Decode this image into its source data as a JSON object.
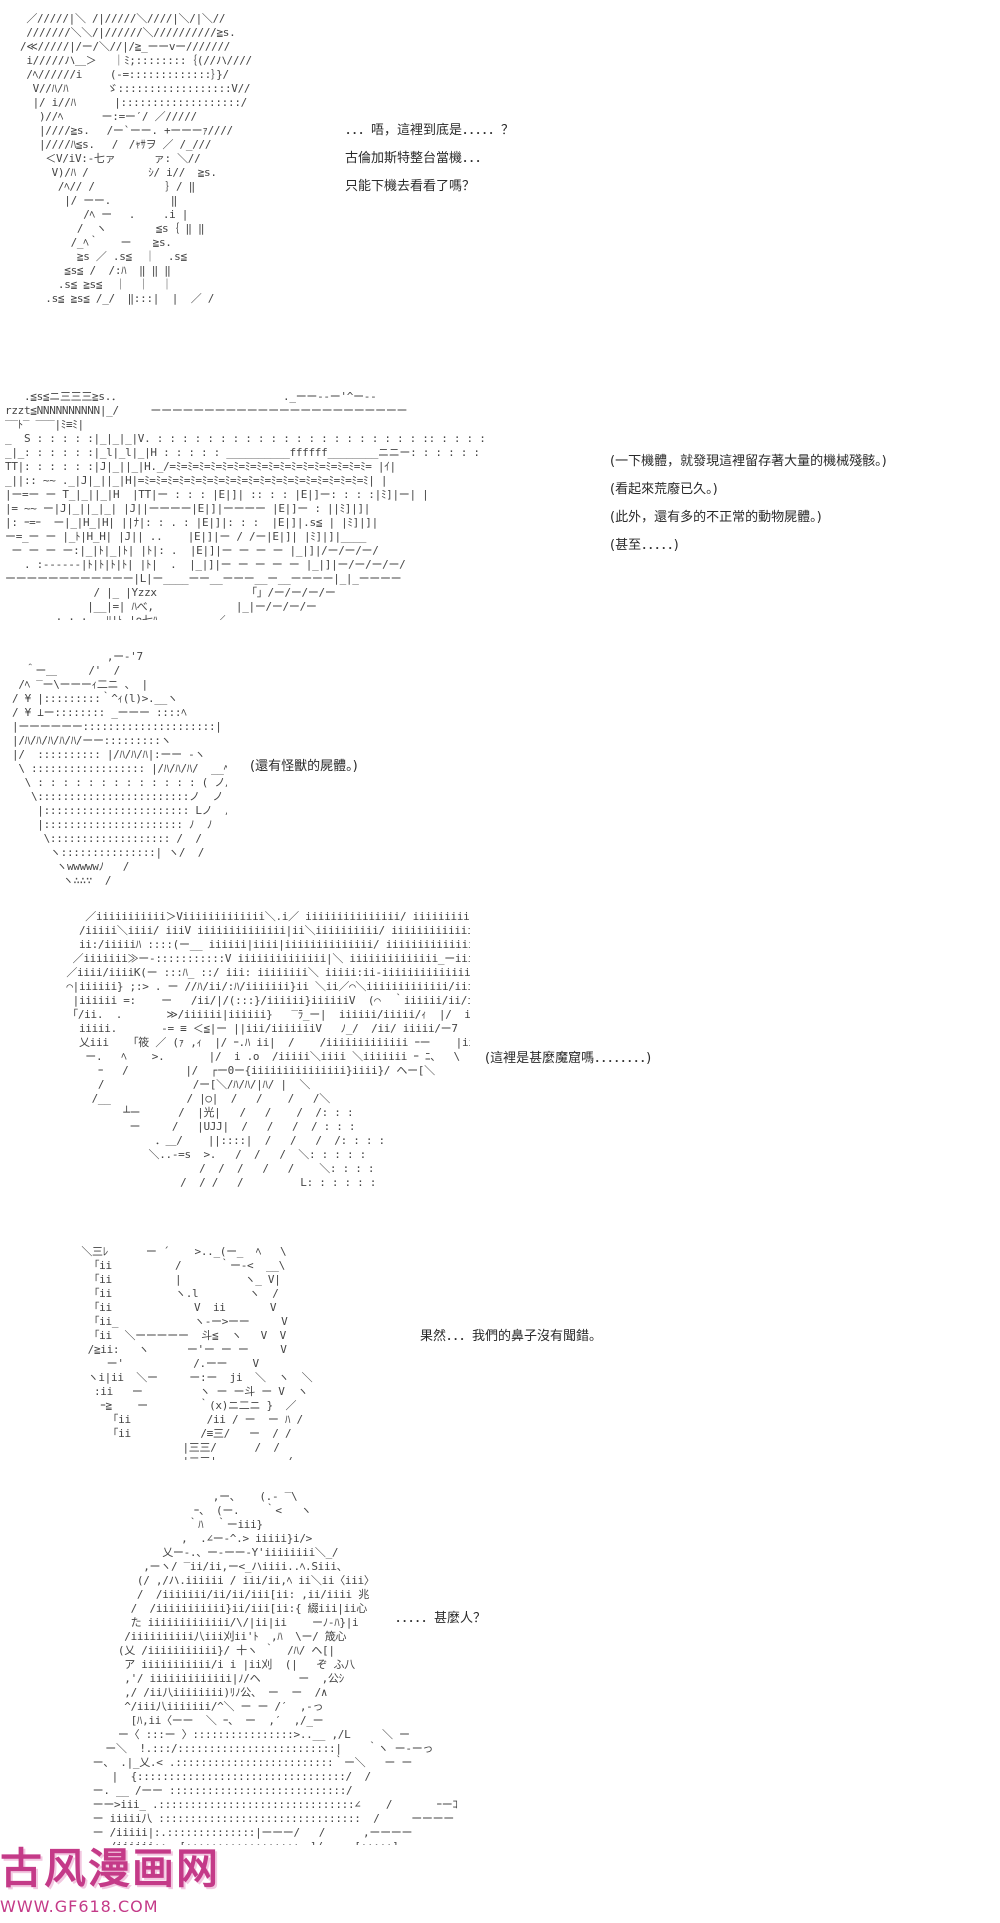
{
  "panels": {
    "p1": {
      "lines": [
        "．．．唔，這裡到底是．．．．．？",
        "古倫加斯特整台當機．．．",
        "只能下機去看看了嗎？"
      ]
    },
    "p2": {
      "lines": [
        "(一下機體，就發現這裡留存著大量的機械殘骸。)",
        "(看起來荒廢已久。)",
        "(此外，還有多的不正常的動物屍體。)",
        "(甚至．．．．．)"
      ]
    },
    "p3": {
      "line": "(還有怪獸的屍體。)"
    },
    "p4": {
      "line": "(這裡是甚麼魔窟嗎．．．．．．．．)"
    },
    "p5": {
      "line": "果然．．．我們的鼻子沒有聞錯。"
    },
    "p6": {
      "line": "．．．．．甚麼人？"
    }
  },
  "watermark": {
    "title": "古风漫画网",
    "url": "WWW.GF618.COM",
    "color": "#c43a88"
  }
}
